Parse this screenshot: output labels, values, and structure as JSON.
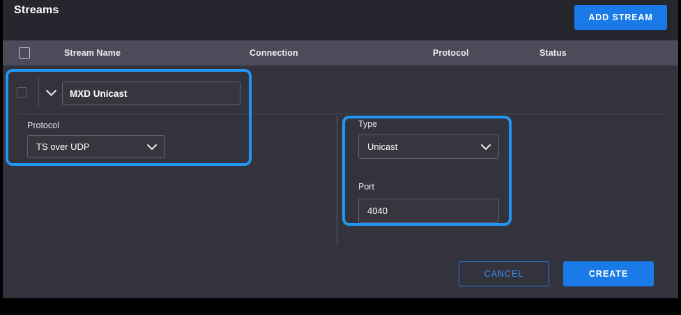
{
  "app": {
    "title": "Streams",
    "accent_blue": "#1a7ae8",
    "highlight_blue": "#2196f3",
    "panel_bg": "#33333e",
    "topbar_bg": "#26262e",
    "table_header_bg": "#4b4b59"
  },
  "header": {
    "title": "Streams",
    "add_stream_label": "ADD STREAM"
  },
  "table": {
    "select_all_icon": "checkbox-unchecked-icon",
    "columns": [
      {
        "key": "name",
        "label": "Stream Name"
      },
      {
        "key": "connection",
        "label": "Connection"
      },
      {
        "key": "protocol",
        "label": "Protocol"
      },
      {
        "key": "status",
        "label": "Status"
      }
    ]
  },
  "stream_row": {
    "checkbox_icon": "checkbox-unchecked-icon",
    "expand_icon": "chevron-down-icon",
    "name_value": "MXD Unicast",
    "name_placeholder": "Stream Name"
  },
  "form": {
    "left": {
      "protocol": {
        "label": "Protocol",
        "value": "TS over UDP",
        "caret_icon": "chevron-down-icon"
      }
    },
    "right": {
      "type": {
        "label": "Type",
        "value": "Unicast",
        "caret_icon": "chevron-down-icon"
      },
      "port": {
        "label": "Port",
        "value": "4040",
        "placeholder": "Port"
      }
    }
  },
  "footer": {
    "cancel_label": "CANCEL",
    "create_label": "CREATE"
  },
  "annotations": {
    "left_highlight": "stream-name-and-protocol-highlight",
    "right_highlight": "type-and-port-highlight"
  }
}
